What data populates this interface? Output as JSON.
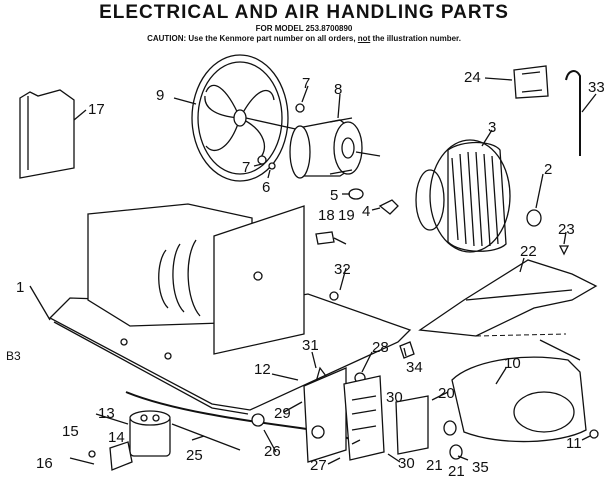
{
  "header": {
    "title": "ELECTRICAL AND AIR HANDLING PARTS",
    "subtitle": "FOR MODEL 253.8700890",
    "caution_prefix": "CAUTION: Use the Kenmore part number on all orders,",
    "caution_not": "not",
    "caution_suffix": "the illustration number."
  },
  "page_code": "B3",
  "callouts": [
    "1",
    "2",
    "3",
    "4",
    "5",
    "6",
    "7",
    "7",
    "8",
    "9",
    "10",
    "11",
    "12",
    "13",
    "14",
    "15",
    "16",
    "17",
    "18",
    "19",
    "20",
    "21",
    "21",
    "22",
    "23",
    "24",
    "25",
    "26",
    "27",
    "28",
    "29",
    "30",
    "30",
    "31",
    "32",
    "33",
    "34",
    "35"
  ]
}
